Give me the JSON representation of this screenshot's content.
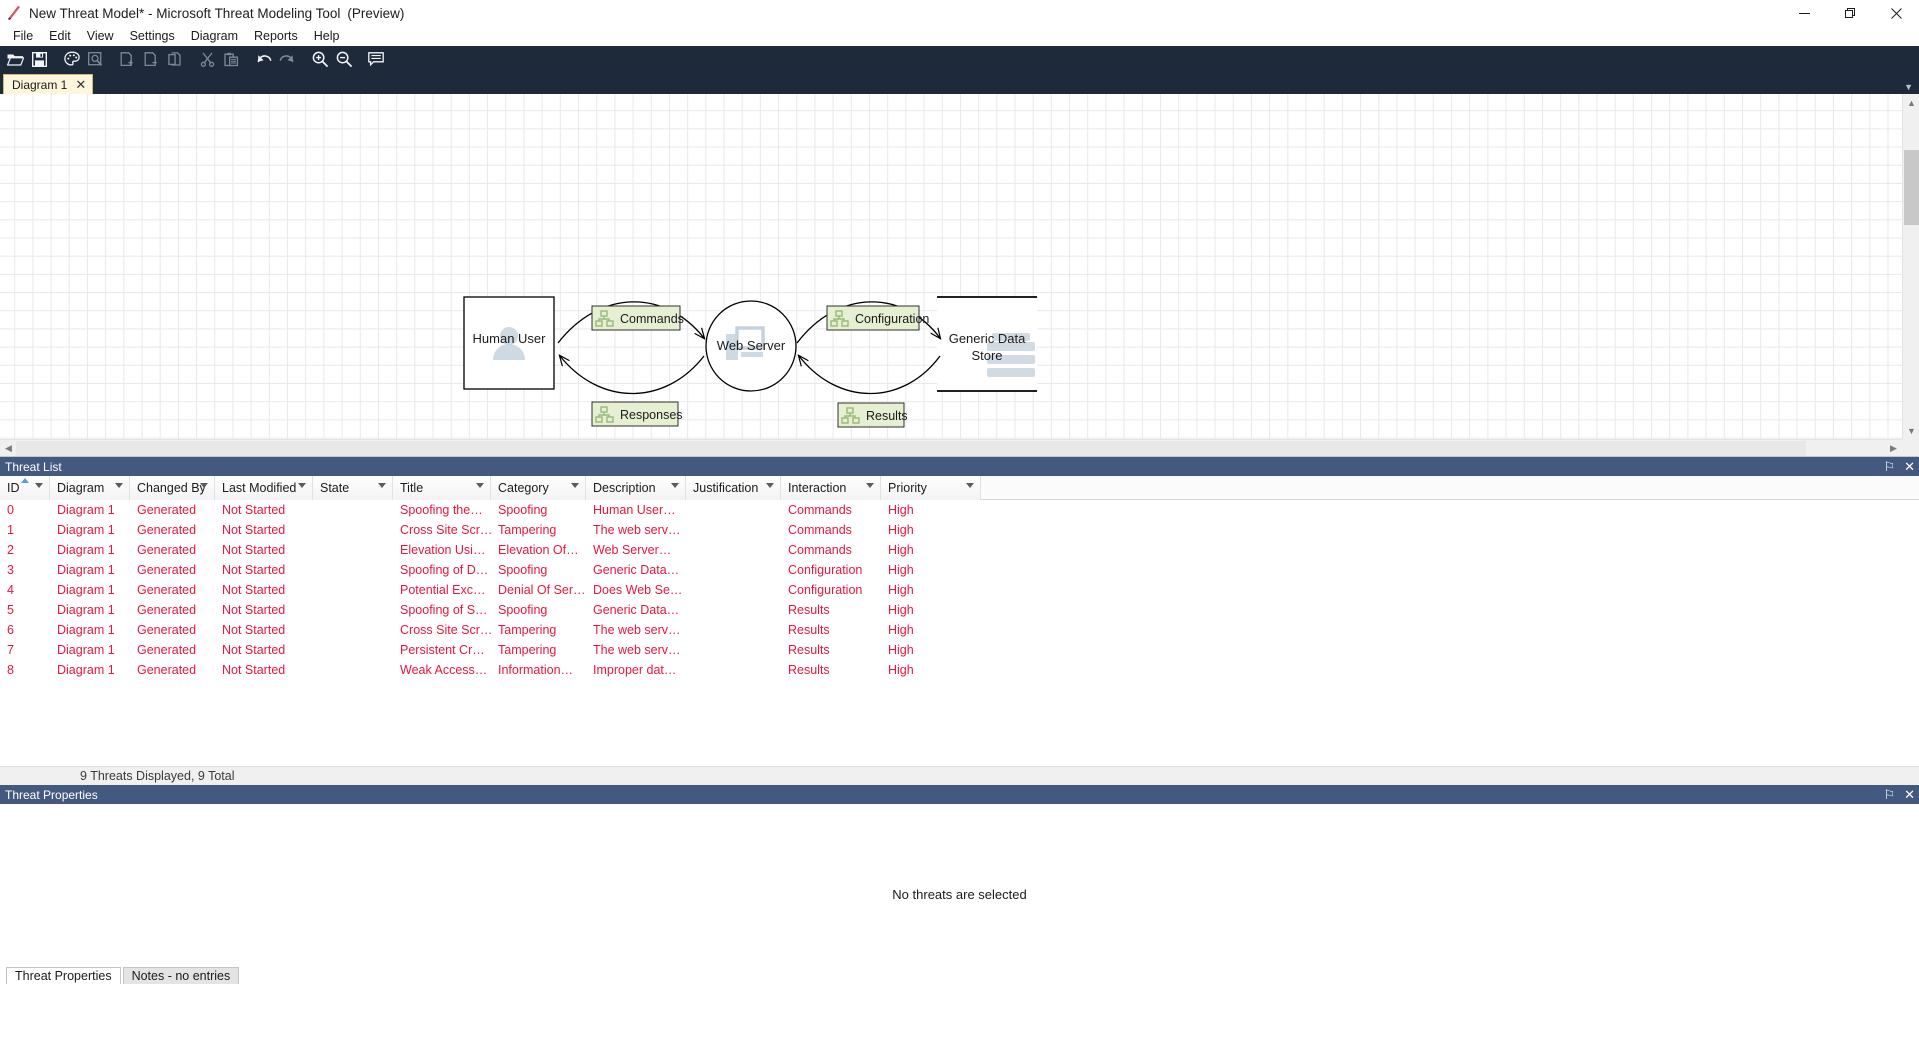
{
  "window": {
    "title": "New Threat Model* - Microsoft Threat Modeling Tool",
    "preview": "(Preview)",
    "minimize": "minimize-icon",
    "maximize": "maximize-icon",
    "close": "close-icon"
  },
  "menu": {
    "items": [
      {
        "label": "File"
      },
      {
        "label": "Edit"
      },
      {
        "label": "View"
      },
      {
        "label": "Settings"
      },
      {
        "label": "Diagram"
      },
      {
        "label": "Reports"
      },
      {
        "label": "Help"
      }
    ]
  },
  "toolbar": {
    "buttons": [
      {
        "name": "open-icon",
        "title": "Open"
      },
      {
        "name": "save-icon",
        "title": "Save"
      },
      {
        "name": "palette-icon",
        "title": "Stencil Palette"
      },
      {
        "name": "analysis-view-icon",
        "title": "Analysis View"
      },
      {
        "name": "add-diagram-icon",
        "title": "Add Diagram"
      },
      {
        "name": "remove-diagram-icon",
        "title": "Remove Diagram"
      },
      {
        "name": "copy-diagram-icon",
        "title": "Copy Diagram"
      },
      {
        "name": "cut-icon",
        "title": "Cut"
      },
      {
        "name": "paste-icon",
        "title": "Paste"
      },
      {
        "name": "undo-icon",
        "title": "Undo"
      },
      {
        "name": "redo-icon",
        "title": "Redo"
      },
      {
        "name": "zoom-in-icon",
        "title": "Zoom In"
      },
      {
        "name": "zoom-out-icon",
        "title": "Zoom Out"
      },
      {
        "name": "notes-icon",
        "title": "Notes"
      }
    ]
  },
  "tabs": {
    "items": [
      {
        "label": "Diagram 1",
        "close": "✕"
      }
    ],
    "overflow": "▼"
  },
  "diagram": {
    "nodes": [
      {
        "id": "human-user",
        "label": "Human User",
        "shape": "rectangle"
      },
      {
        "id": "web-server",
        "label": "Web Server",
        "shape": "circle"
      },
      {
        "id": "generic-data-store",
        "label_line1": "Generic Data",
        "label_line2": "Store",
        "shape": "data-store"
      }
    ],
    "flows": [
      {
        "id": "commands",
        "label": "Commands"
      },
      {
        "id": "responses",
        "label": "Responses"
      },
      {
        "id": "configuration",
        "label": "Configuration"
      },
      {
        "id": "results",
        "label": "Results"
      }
    ]
  },
  "threat_list": {
    "panel_title": "Threat List",
    "pin": "⚐",
    "close": "✕",
    "columns": [
      {
        "key": "id",
        "label": "ID",
        "width": 50,
        "filter": true,
        "sorted": "asc"
      },
      {
        "key": "diagram",
        "label": "Diagram",
        "width": 80,
        "filter": true
      },
      {
        "key": "changed_by",
        "label": "Changed By",
        "width": 85,
        "filter": true
      },
      {
        "key": "last_modified",
        "label": "Last Modified",
        "width": 98,
        "filter": true
      },
      {
        "key": "state",
        "label": "State",
        "width": 80,
        "filter": true
      },
      {
        "key": "title",
        "label": "Title",
        "width": 98,
        "filter": true
      },
      {
        "key": "category",
        "label": "Category",
        "width": 95,
        "filter": true
      },
      {
        "key": "description",
        "label": "Description",
        "width": 100,
        "filter": true
      },
      {
        "key": "justification",
        "label": "Justification",
        "width": 95,
        "filter": true
      },
      {
        "key": "interaction",
        "label": "Interaction",
        "width": 100,
        "filter": true
      },
      {
        "key": "priority",
        "label": "Priority",
        "width": 100,
        "filter": true
      }
    ],
    "rows": [
      {
        "id": "0",
        "diagram": "Diagram 1",
        "changed_by": "Generated",
        "last_modified": "Not Started",
        "state": "",
        "title": "Spoofing the…",
        "category": "Spoofing",
        "description": "Human User…",
        "justification": "",
        "interaction": "Commands",
        "priority": "High"
      },
      {
        "id": "1",
        "diagram": "Diagram 1",
        "changed_by": "Generated",
        "last_modified": "Not Started",
        "state": "",
        "title": "Cross Site Scr…",
        "category": "Tampering",
        "description": "The web serv…",
        "justification": "",
        "interaction": "Commands",
        "priority": "High"
      },
      {
        "id": "2",
        "diagram": "Diagram 1",
        "changed_by": "Generated",
        "last_modified": "Not Started",
        "state": "",
        "title": "Elevation Usi…",
        "category": "Elevation Of…",
        "description": "Web Server…",
        "justification": "",
        "interaction": "Commands",
        "priority": "High"
      },
      {
        "id": "3",
        "diagram": "Diagram 1",
        "changed_by": "Generated",
        "last_modified": "Not Started",
        "state": "",
        "title": "Spoofing of D…",
        "category": "Spoofing",
        "description": "Generic Data…",
        "justification": "",
        "interaction": "Configuration",
        "priority": "High"
      },
      {
        "id": "4",
        "diagram": "Diagram 1",
        "changed_by": "Generated",
        "last_modified": "Not Started",
        "state": "",
        "title": "Potential Exc…",
        "category": "Denial Of Ser…",
        "description": "Does Web Se…",
        "justification": "",
        "interaction": "Configuration",
        "priority": "High"
      },
      {
        "id": "5",
        "diagram": "Diagram 1",
        "changed_by": "Generated",
        "last_modified": "Not Started",
        "state": "",
        "title": "Spoofing of S…",
        "category": "Spoofing",
        "description": "Generic Data…",
        "justification": "",
        "interaction": "Results",
        "priority": "High"
      },
      {
        "id": "6",
        "diagram": "Diagram 1",
        "changed_by": "Generated",
        "last_modified": "Not Started",
        "state": "",
        "title": "Cross Site Scr…",
        "category": "Tampering",
        "description": "The web serv…",
        "justification": "",
        "interaction": "Results",
        "priority": "High"
      },
      {
        "id": "7",
        "diagram": "Diagram 1",
        "changed_by": "Generated",
        "last_modified": "Not Started",
        "state": "",
        "title": "Persistent Cr…",
        "category": "Tampering",
        "description": "The web serv…",
        "justification": "",
        "interaction": "Results",
        "priority": "High"
      },
      {
        "id": "8",
        "diagram": "Diagram 1",
        "changed_by": "Generated",
        "last_modified": "Not Started",
        "state": "",
        "title": "Weak Access…",
        "category": "Information…",
        "description": "Improper dat…",
        "justification": "",
        "interaction": "Results",
        "priority": "High"
      }
    ],
    "status": "9 Threats Displayed, 9 Total"
  },
  "threat_properties": {
    "panel_title": "Threat Properties",
    "pin": "⚐",
    "close": "✕",
    "empty_message": "No threats are selected",
    "tabs": [
      {
        "label": "Threat Properties",
        "active": true
      },
      {
        "label": "Notes - no entries",
        "active": false
      }
    ]
  },
  "colors": {
    "toolbar_bg": "#1e2a3a",
    "panel_header_bg": "#44597f",
    "row_text": "#e8173d",
    "tab_bg": "#fdf6dd",
    "flow_fill": "#e5efd2"
  }
}
